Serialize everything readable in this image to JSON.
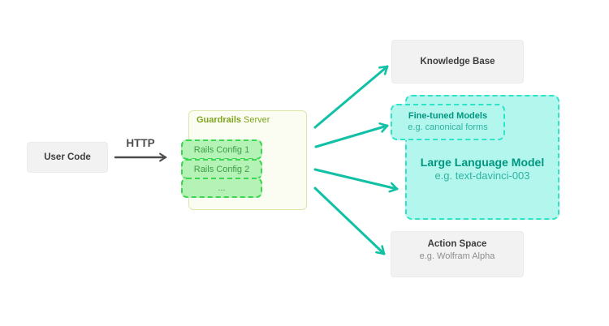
{
  "nodes": {
    "user_code": {
      "label": "User Code"
    },
    "guardrails_server": {
      "name": "Guardrails",
      "name_suffix": "Server",
      "rails_configs": [
        "Rails Config 1",
        "Rails Config 2",
        "..."
      ]
    },
    "knowledge_base": {
      "title": "Knowledge Base"
    },
    "fine_tuned_models": {
      "title": "Fine-tuned Models",
      "subtitle": "e.g. canonical forms"
    },
    "large_language_model": {
      "title": "Large Language Model",
      "subtitle": "e.g. text-davinci-003"
    },
    "action_space": {
      "title": "Action Space",
      "subtitle": "e.g. Wolfram Alpha"
    }
  },
  "edges": [
    {
      "from": "user_code",
      "to": "guardrails_server",
      "label": "HTTP"
    },
    {
      "from": "guardrails_server",
      "to": "knowledge_base",
      "label": ""
    },
    {
      "from": "guardrails_server",
      "to": "fine_tuned_models",
      "label": ""
    },
    {
      "from": "guardrails_server",
      "to": "large_language_model",
      "label": ""
    },
    {
      "from": "guardrails_server",
      "to": "action_space",
      "label": ""
    }
  ],
  "colors": {
    "teal_arrow": "#10C1A6",
    "teal_border": "#2DE3C8",
    "teal_fill": "#B2F6ED",
    "teal_text": "#009680",
    "teal_text_soft": "#2FB3A0",
    "green_border": "#3DD653",
    "green_fill": "#B5F2B5",
    "green_text": "#3AA047",
    "olive_text": "#7EA41E",
    "server_fill": "#FBFDF2",
    "server_border": "#D9E8A8",
    "node_fill": "#F2F2F3",
    "node_border": "#EBEBEC",
    "text_dark": "#3D3D3D",
    "text_gray": "#8E8E8E",
    "http_arrow": "#4D4D4D"
  }
}
